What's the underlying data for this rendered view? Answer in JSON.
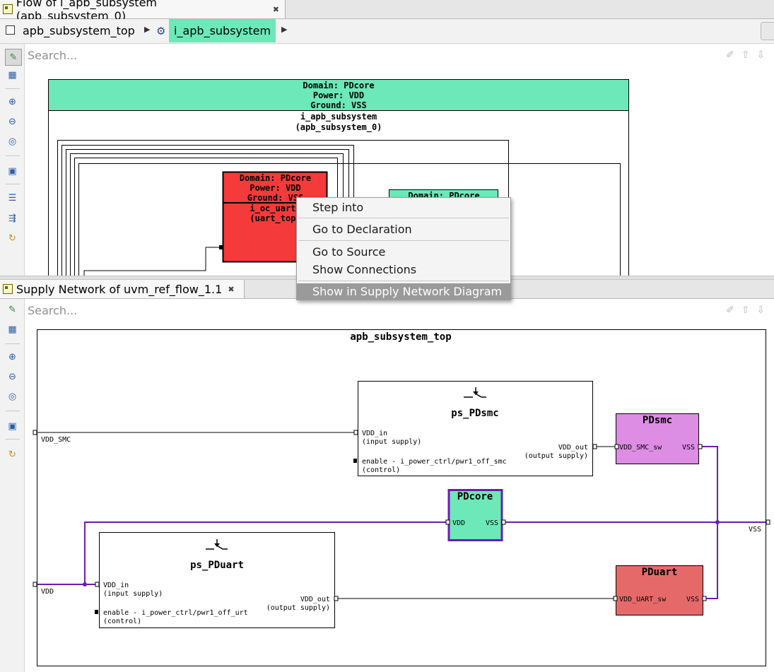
{
  "top_view": {
    "tab_title": "Flow of i_apb_subsystem (apb_subsystem_0)",
    "breadcrumb": [
      "apb_subsystem_top",
      "i_apb_subsystem"
    ],
    "search_placeholder": "Search...",
    "domain_header": {
      "line1": "Domain: PDcore",
      "line2": "Power: VDD",
      "line3": "Ground: VSS"
    },
    "instance_label": {
      "line1": "i_apb_subsystem",
      "line2": "(apb_subsystem_0)"
    },
    "uart_block": {
      "line1": "Domain: PDcore",
      "line2": "Power: VDD",
      "line3": "Ground: VSS",
      "line4": "i_oc_uart0",
      "line5": "(uart_top)"
    },
    "second_block_label": "Domain: PDcore"
  },
  "context_menu": {
    "items": [
      "Step into",
      "Go to Declaration",
      "Go to Source",
      "Show Connections",
      "Show in Supply Network Diagram"
    ]
  },
  "bottom_view": {
    "tab_title": "Supply Network of uvm_ref_flow_1.1",
    "search_placeholder": "Search...",
    "top_title": "apb_subsystem_top",
    "ext_ports": {
      "vdd_smc": "VDD_SMC",
      "vdd": "VDD",
      "vss": "VSS"
    },
    "switch_smc": {
      "name": "ps_PDsmc",
      "in_port": "VDD_in",
      "in_desc": "(input supply)",
      "out_port": "VDD_out",
      "out_desc": "(output supply)",
      "enable": "enable - i_power_ctrl/pwr1_off_smc",
      "enable_desc": "(control)"
    },
    "switch_uart": {
      "name": "ps_PDuart",
      "in_port": "VDD_in",
      "in_desc": "(input supply)",
      "out_port": "VDD_out",
      "out_desc": "(output supply)",
      "enable": "enable - i_power_ctrl/pwr1_off_urt",
      "enable_desc": "(control)"
    },
    "domains": {
      "pdsmc": {
        "name": "PDsmc",
        "in_port": "VDD_SMC_sw",
        "gnd_port": "VSS",
        "color": "#dd8de4"
      },
      "pdcore": {
        "name": "PDcore",
        "in_port": "VDD",
        "gnd_port": "VSS",
        "color": "#6de8b8"
      },
      "pduart": {
        "name": "PDuart",
        "in_port": "VDD_UART_sw",
        "gnd_port": "VSS",
        "color": "#e6696a"
      }
    },
    "net_color": "#6a1ea8"
  }
}
